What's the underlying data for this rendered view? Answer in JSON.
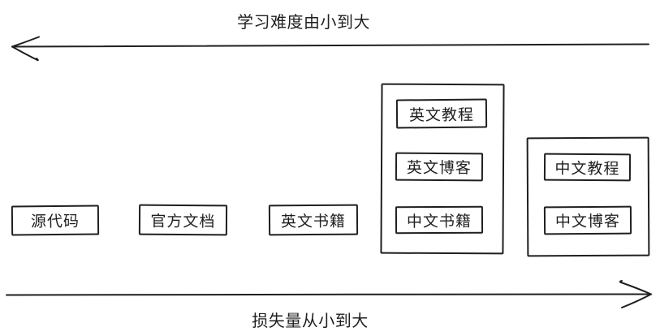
{
  "axes": {
    "top": {
      "label": "学习难度由小到大",
      "arrow_direction": "left"
    },
    "bottom": {
      "label": "损失量从小到大",
      "arrow_direction": "right"
    }
  },
  "items": [
    {
      "label": "源代码"
    },
    {
      "label": "官方文档"
    },
    {
      "label": "英文书籍"
    }
  ],
  "groups": [
    {
      "name": "english-resources-group",
      "items": [
        {
          "label": "英文教程"
        },
        {
          "label": "英文博客"
        },
        {
          "label": "中文书籍"
        }
      ]
    },
    {
      "name": "chinese-resources-group",
      "items": [
        {
          "label": "中文教程"
        },
        {
          "label": "中文博客"
        }
      ]
    }
  ],
  "colors": {
    "stroke": "#1f1f1f",
    "background": "#ffffff"
  }
}
